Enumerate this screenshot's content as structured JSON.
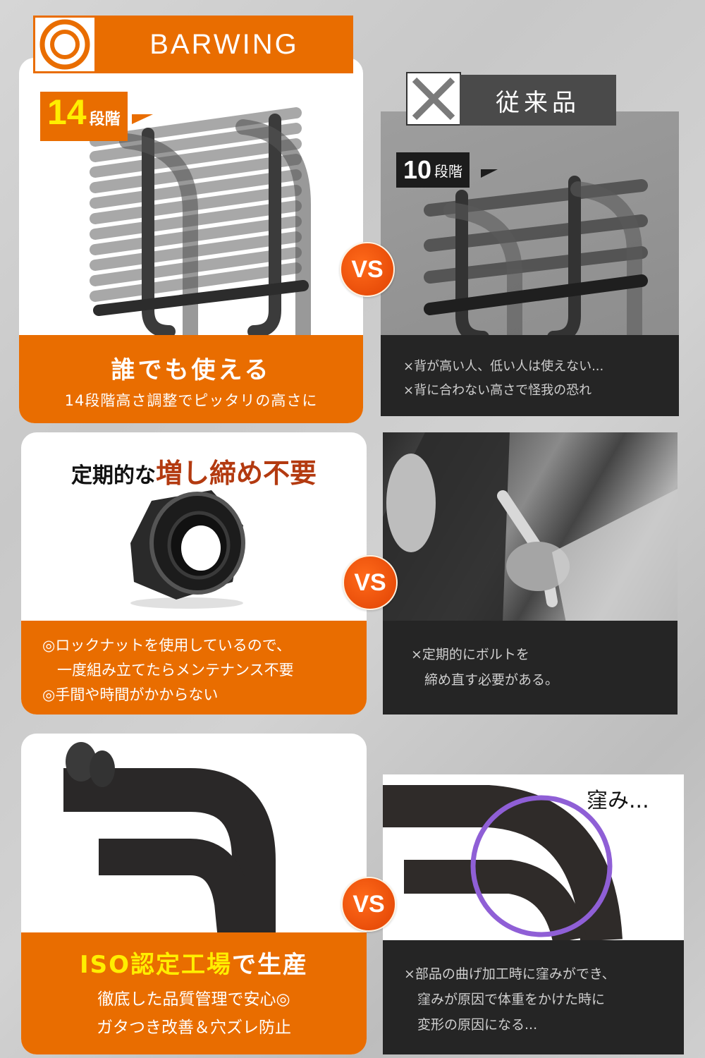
{
  "colors": {
    "accent_orange": "#e96d00",
    "vs_orange": "#e94e0a",
    "highlight_yellow": "#ffee00",
    "dark_caption": "#252525",
    "old_label_bg": "#4a4a4a",
    "title_red": "#b33a10",
    "dent_circle": "#8f5fd6"
  },
  "header": {
    "good_badge_icon": "double-circle-icon",
    "brand": "BARWING",
    "bad_badge_icon": "cross-icon",
    "old_product_label": "従来品"
  },
  "vs_label": "VS",
  "rows": [
    {
      "left": {
        "tag_number": "14",
        "tag_unit": "段階",
        "title": "誰でも使える",
        "subtitle": "14段階高さ調整でピッタリの高さに"
      },
      "right": {
        "tag_number": "10",
        "tag_unit": "段階",
        "lines": [
          "×背が高い人、低い人は使えない...",
          "×背に合わない高さで怪我の恐れ"
        ]
      }
    },
    {
      "left": {
        "title_normal": "定期的な",
        "title_emphasis": "増し締め不要",
        "lines": [
          "◎ロックナットを使用しているので、",
          "　一度組み立てたらメンテナンス不要",
          "◎手間や時間がかからない"
        ]
      },
      "right": {
        "lines": [
          "×定期的にボルトを",
          "　締め直す必要がある。"
        ]
      }
    },
    {
      "left": {
        "title_yellow": "ISO認定工場",
        "title_white": "で生産",
        "lines": [
          "徹底した品質管理で安心◎",
          "ガタつき改善＆穴ズレ防止"
        ]
      },
      "right": {
        "annotation": "窪み...",
        "lines": [
          "×部品の曲げ加工時に窪みができ、",
          "　窪みが原因で体重をかけた時に",
          "　変形の原因になる..."
        ]
      }
    }
  ]
}
